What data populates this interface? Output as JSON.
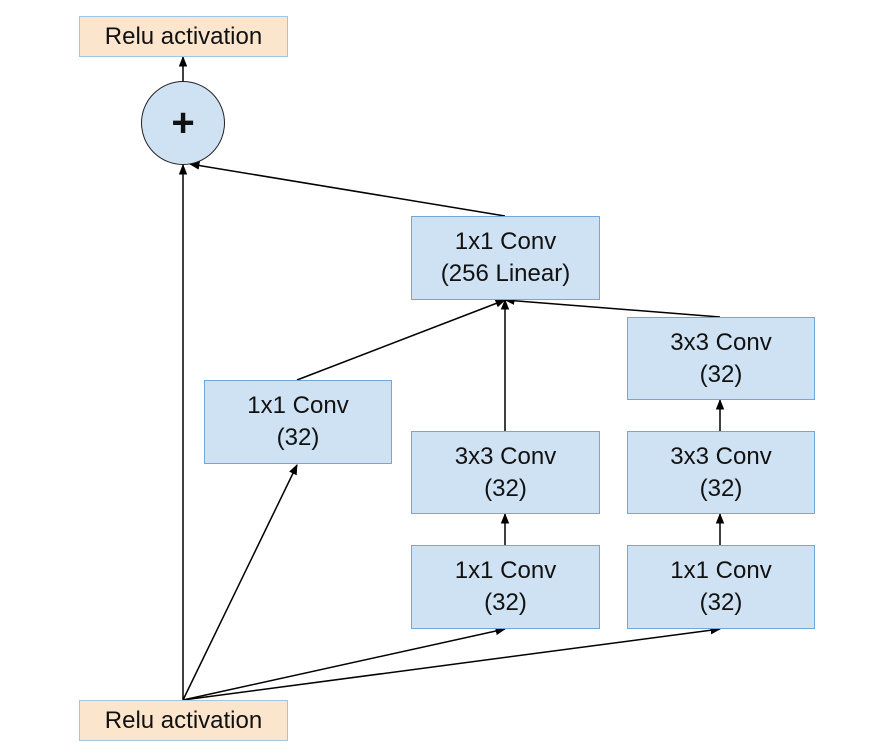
{
  "nodes": {
    "relu_top": "Relu activation",
    "relu_bottom": "Relu activation",
    "sum_symbol": "+",
    "conv_out": {
      "line1": "1x1 Conv",
      "line2": "(256 Linear)"
    },
    "branch1_conv1x1": {
      "line1": "1x1 Conv",
      "line2": "(32)"
    },
    "branch2_conv1x1": {
      "line1": "1x1 Conv",
      "line2": "(32)"
    },
    "branch2_conv3x3": {
      "line1": "3x3 Conv",
      "line2": "(32)"
    },
    "branch3_conv1x1": {
      "line1": "1x1 Conv",
      "line2": "(32)"
    },
    "branch3_conv3x3_a": {
      "line1": "3x3 Conv",
      "line2": "(32)"
    },
    "branch3_conv3x3_b": {
      "line1": "3x3 Conv",
      "line2": "(32)"
    }
  },
  "colors": {
    "relu_fill": "#fce5cd",
    "conv_fill": "#cfe2f3",
    "conv_border": "#6fa8dc",
    "edge": "#000000"
  }
}
